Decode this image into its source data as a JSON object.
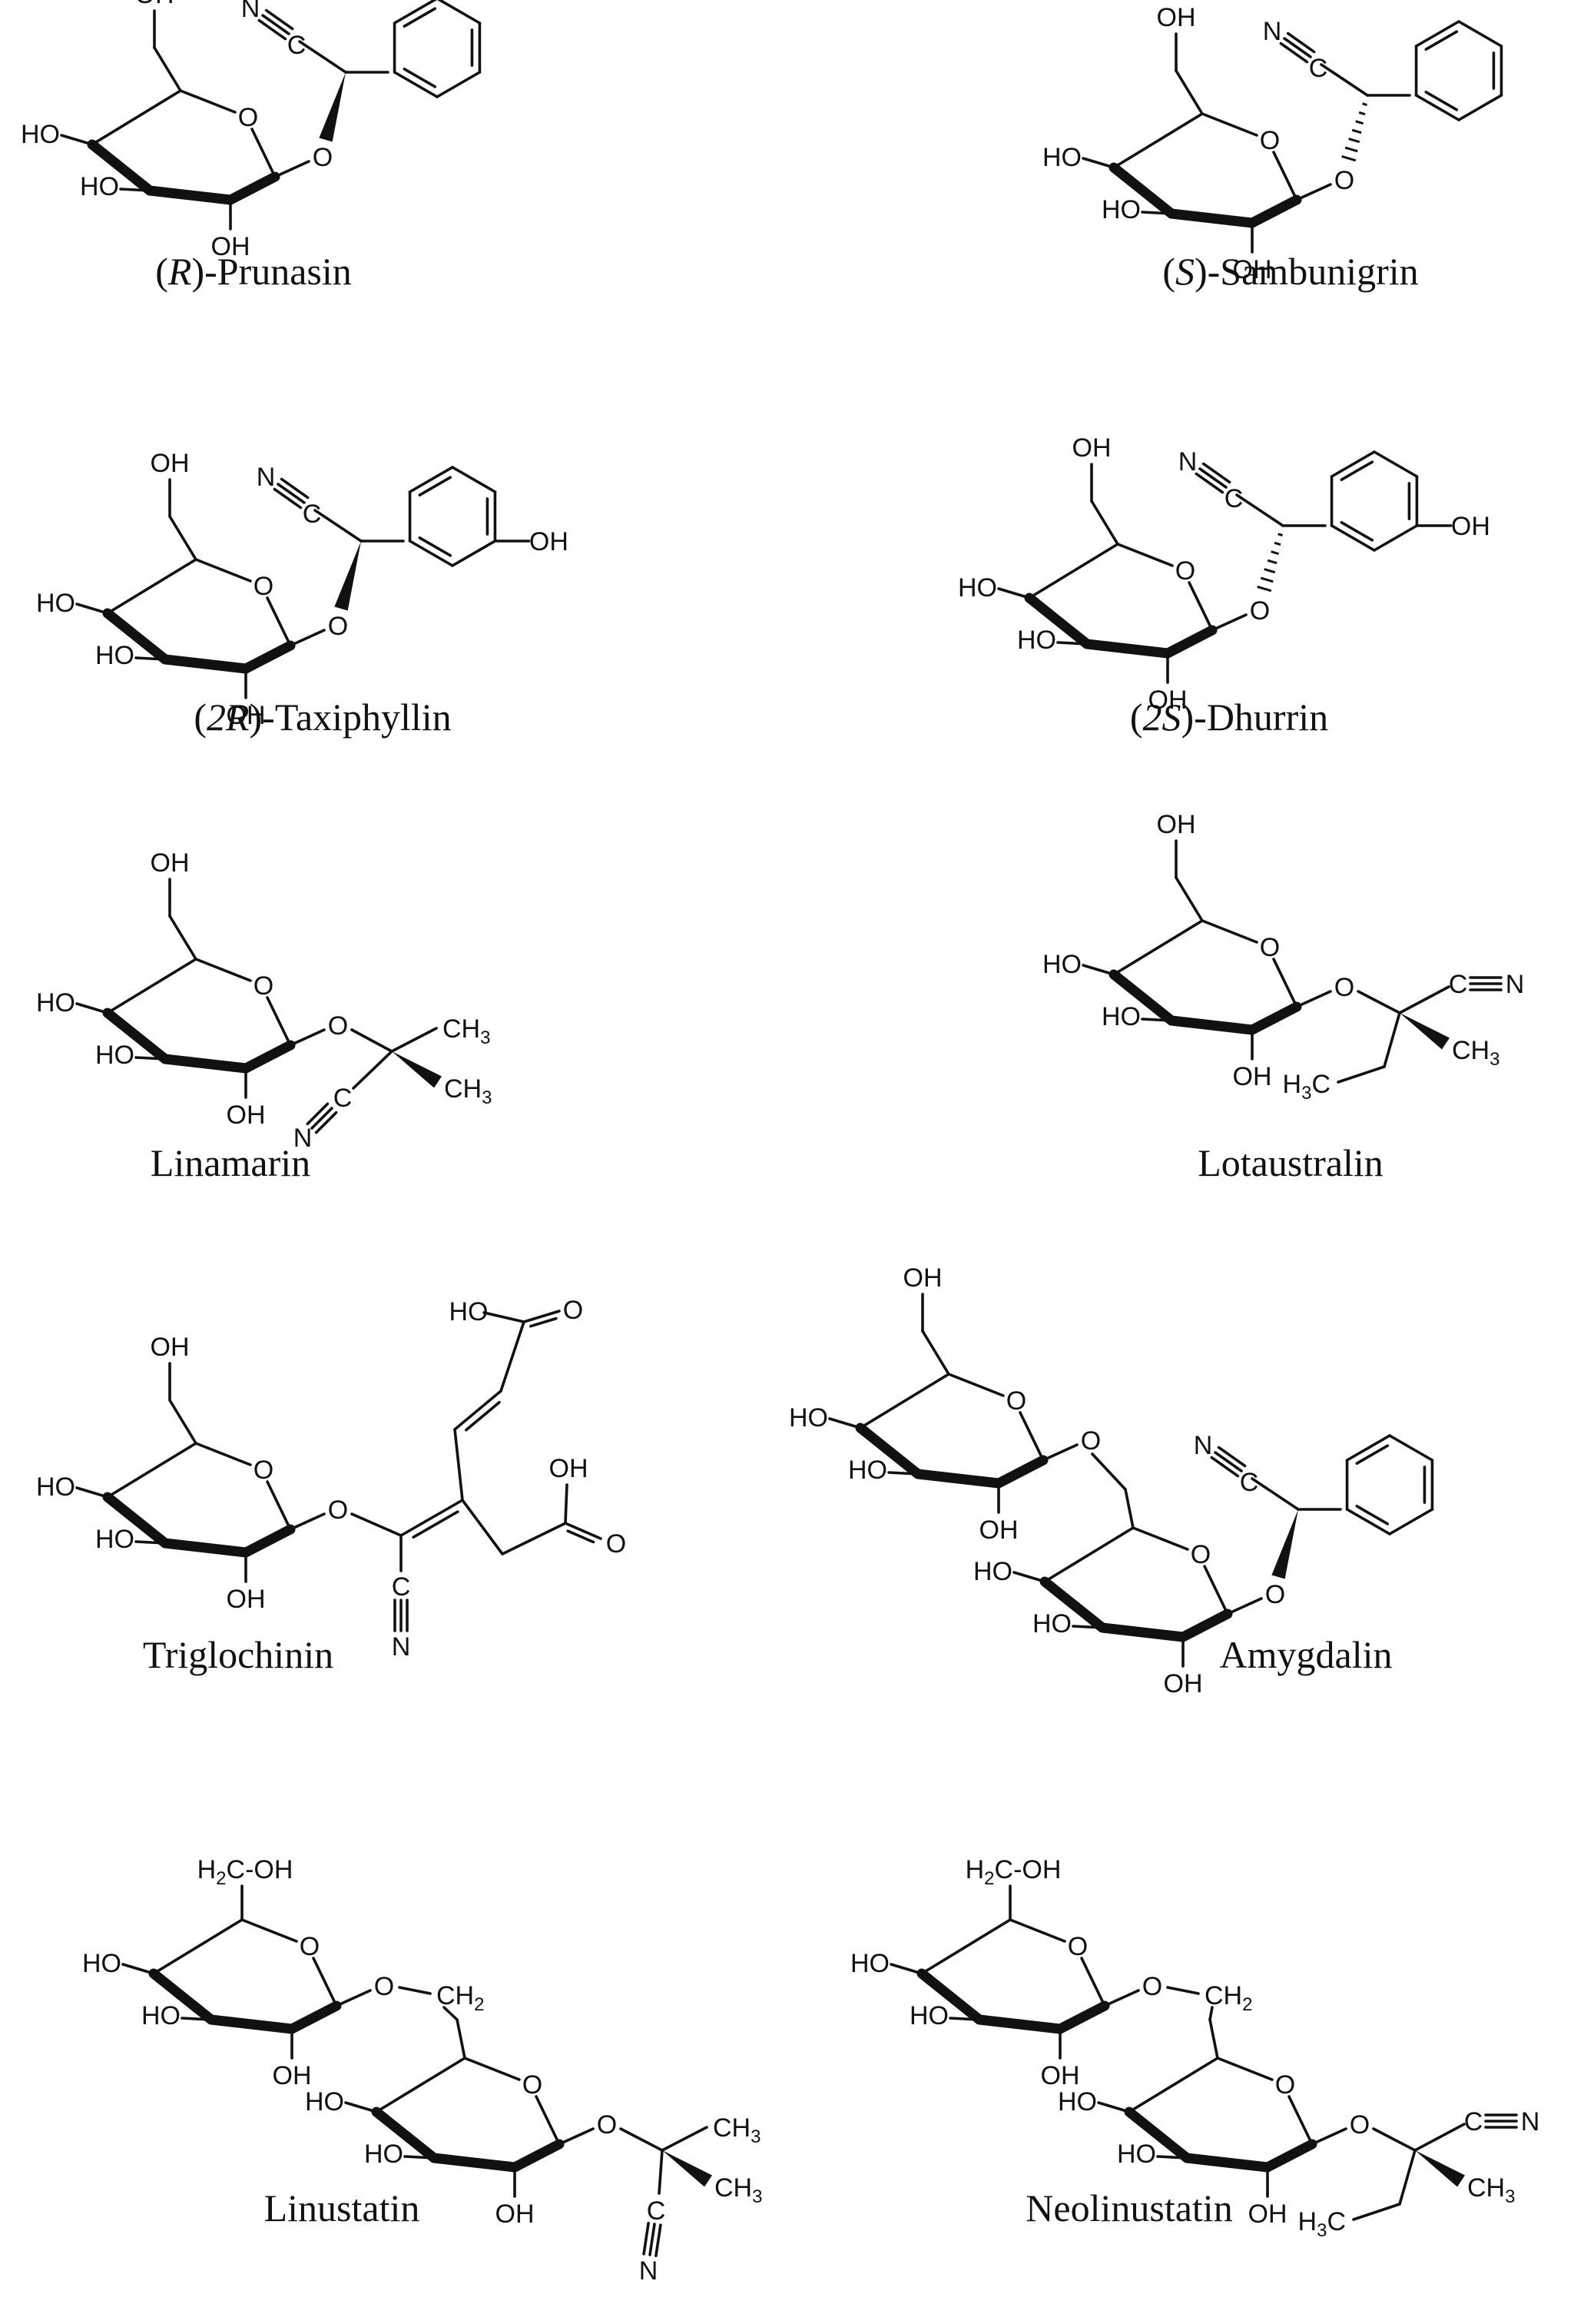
{
  "figure": {
    "compounds": [
      {
        "key": "prunasin",
        "caption": [
          {
            "t": "(",
            "i": false
          },
          {
            "t": "R",
            "i": true
          },
          {
            "t": ")-Prunasin",
            "i": false
          }
        ]
      },
      {
        "key": "sambunigrin",
        "caption": [
          {
            "t": "(",
            "i": false
          },
          {
            "t": "S",
            "i": true
          },
          {
            "t": ")-Sambunigrin",
            "i": false
          }
        ]
      },
      {
        "key": "taxiphyllin",
        "caption": [
          {
            "t": "(",
            "i": false
          },
          {
            "t": "2R",
            "i": true
          },
          {
            "t": ")-Taxiphyllin",
            "i": false
          }
        ]
      },
      {
        "key": "dhurrin",
        "caption": [
          {
            "t": "(",
            "i": false
          },
          {
            "t": "2S",
            "i": true
          },
          {
            "t": ")-Dhurrin",
            "i": false
          }
        ]
      },
      {
        "key": "linamarin",
        "caption": [
          {
            "t": "Linamarin",
            "i": false
          }
        ]
      },
      {
        "key": "lotaustralin",
        "caption": [
          {
            "t": "Lotaustralin",
            "i": false
          }
        ]
      },
      {
        "key": "triglochinin",
        "caption": [
          {
            "t": "Triglochinin",
            "i": false
          }
        ]
      },
      {
        "key": "amygdalin",
        "caption": [
          {
            "t": "Amygdalin",
            "i": false
          }
        ]
      },
      {
        "key": "linustatin",
        "caption": [
          {
            "t": "Linustatin",
            "i": false
          }
        ]
      },
      {
        "key": "neolinustatin",
        "caption": [
          {
            "t": "Neolinustatin",
            "i": false
          }
        ]
      }
    ],
    "atom_labels": {
      "hydroxyl": "OH",
      "hydroxyl_left": "HO",
      "ring_oxygen": "O",
      "carbonyl_oxygen": "O",
      "nitrile_nitrogen": "N",
      "nitrile_carbon": "C",
      "methyl": "CH3",
      "methyl_left": "H3C",
      "hydroxymethyl": "H2C-OH",
      "methylene": "CH2"
    },
    "substituents": {
      "prunasin": "phenyl",
      "sambunigrin": "phenyl",
      "taxiphyllin": "4-hydroxyphenyl",
      "dhurrin": "4-hydroxyphenyl",
      "linamarin": "dimethyl",
      "lotaustralin": "ethyl-methyl",
      "triglochinin": "dicarboxylic",
      "amygdalin": "phenyl",
      "linustatin": "dimethyl",
      "neolinustatin": "ethyl-methyl"
    },
    "stereo_bond": {
      "prunasin": "wedge",
      "sambunigrin": "hash",
      "taxiphyllin": "wedge",
      "dhurrin": "hash",
      "amygdalin": "wedge",
      "lotaustralin": "wedge",
      "linamarin": "wedge",
      "linustatin": "wedge",
      "neolinustatin": "wedge"
    }
  }
}
